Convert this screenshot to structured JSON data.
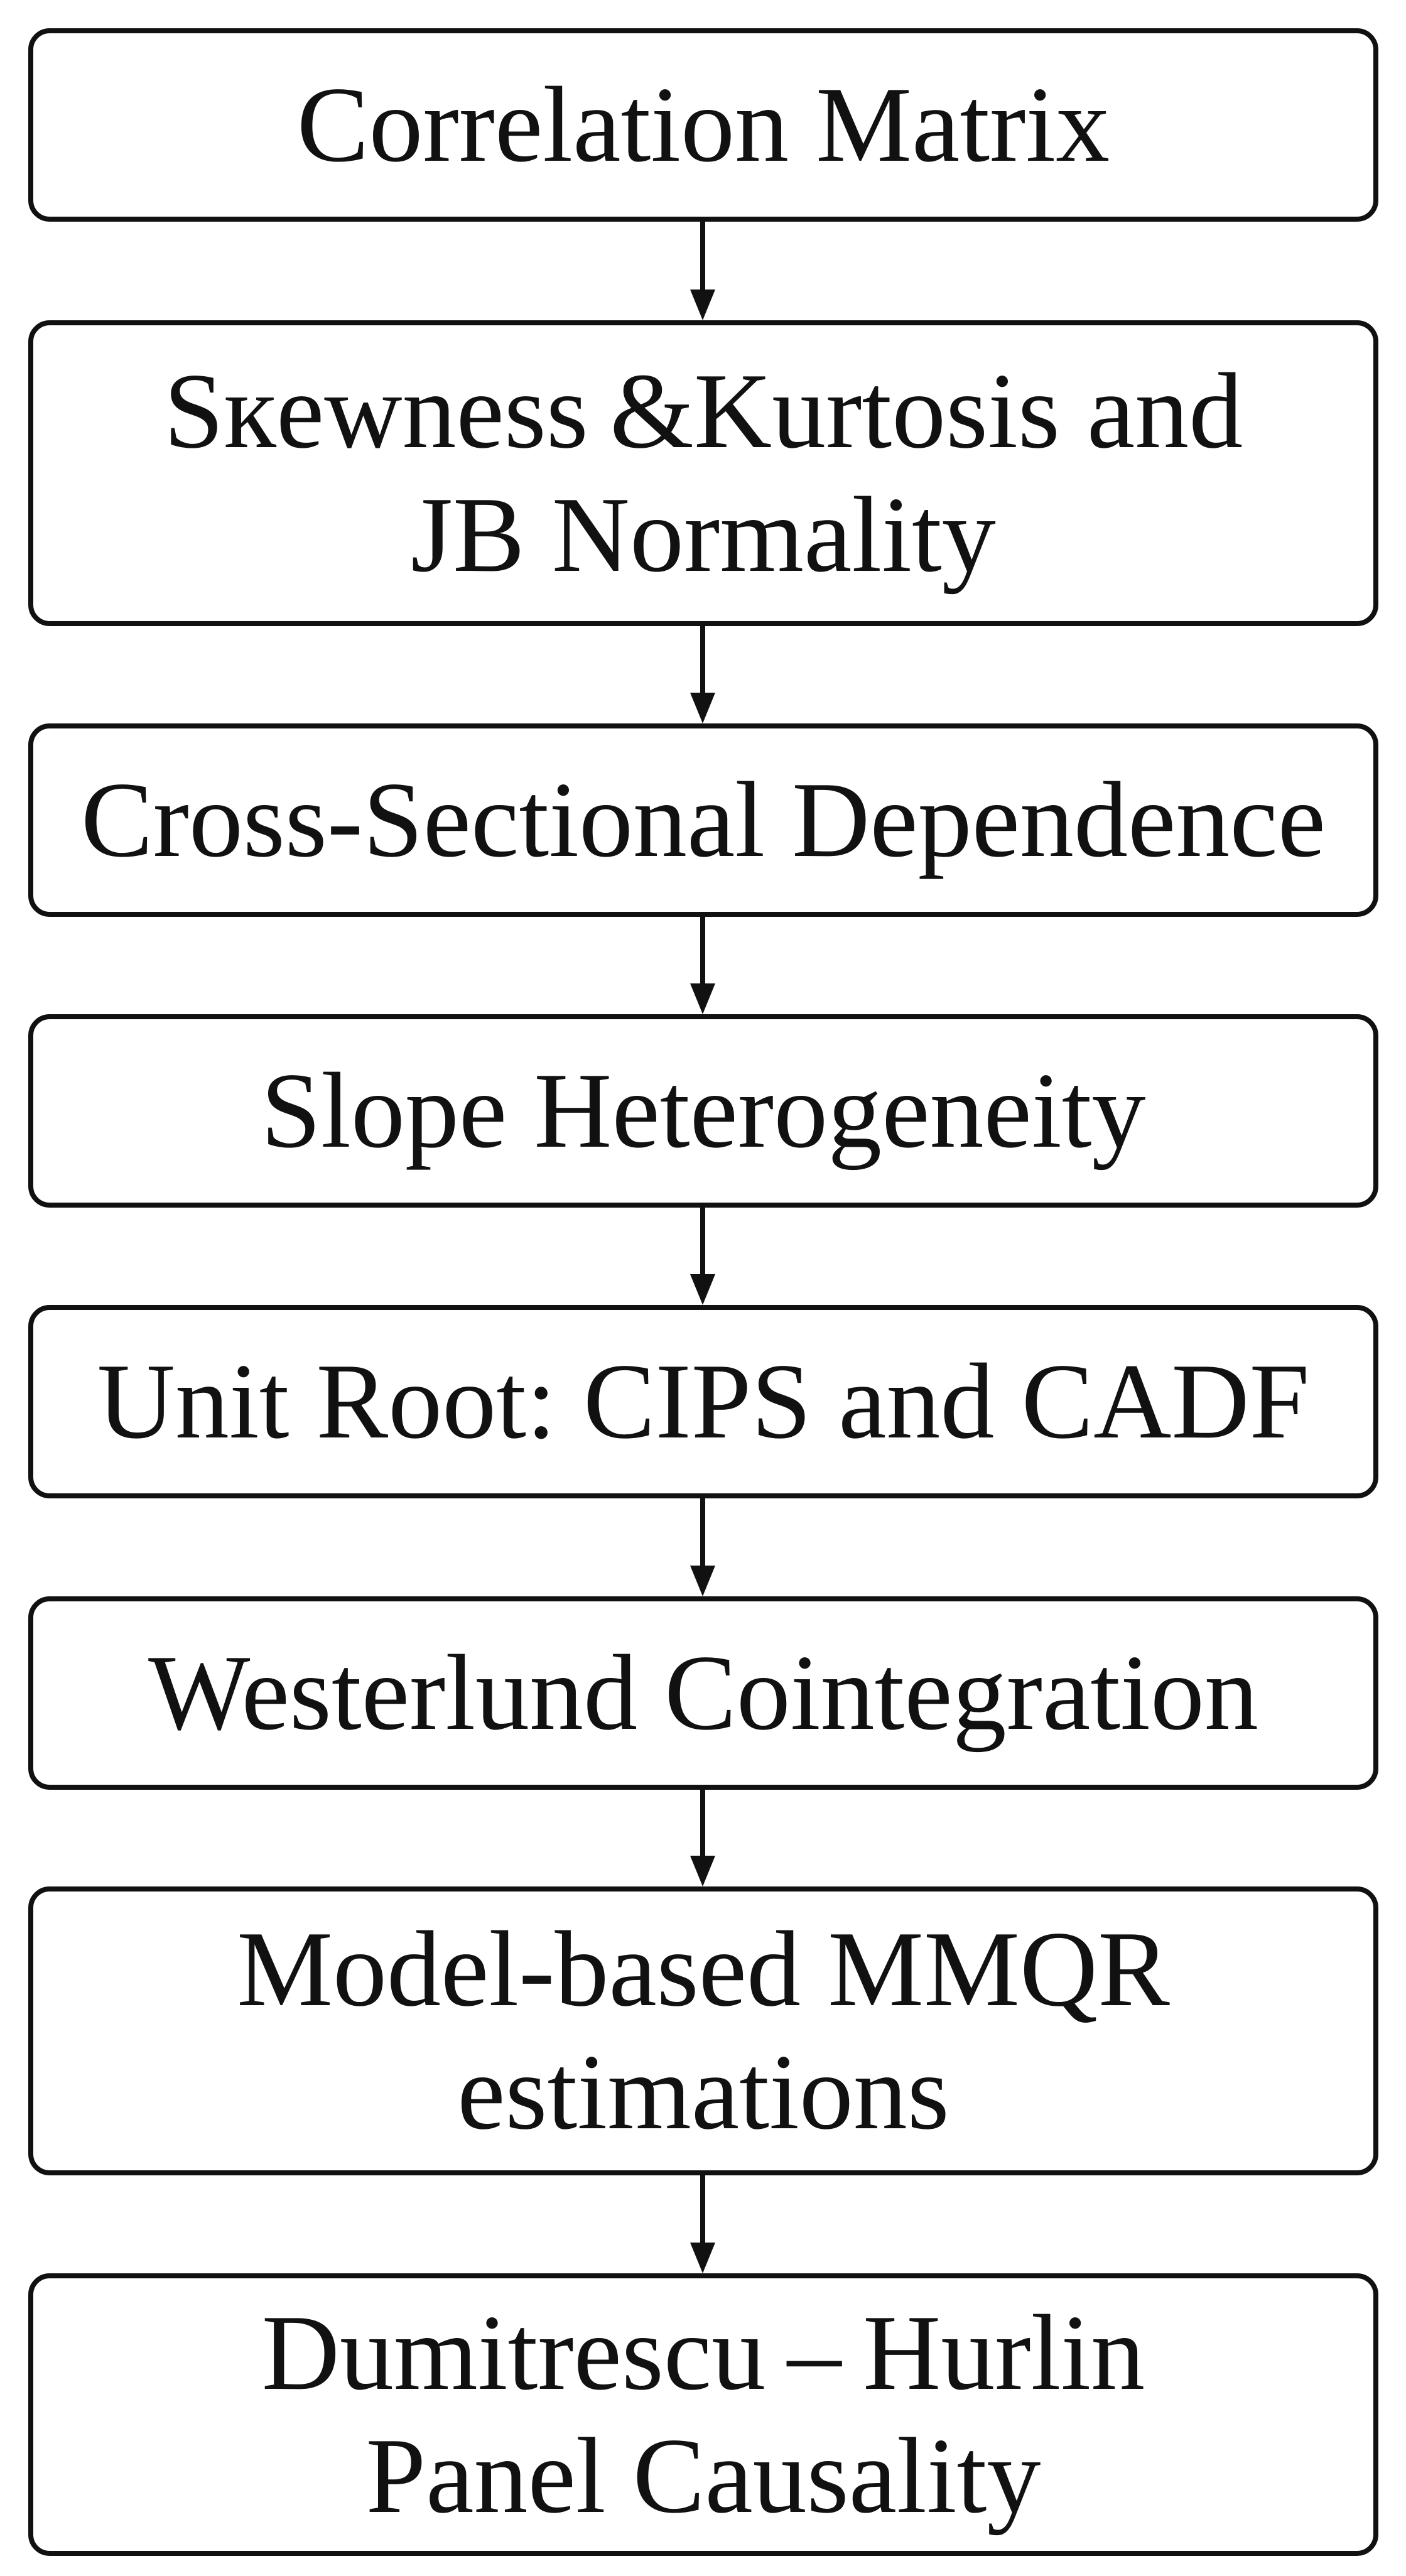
{
  "steps": [
    {
      "lines": [
        "Correlation Matrix"
      ]
    },
    {
      "lines": [
        "Sкewness &Kurtosis and",
        "JB Normality"
      ]
    },
    {
      "lines": [
        "Cross-Sectional Dependence"
      ]
    },
    {
      "lines": [
        "Slope Heterogeneity"
      ]
    },
    {
      "lines": [
        "Unit Root: CIPS and CADF"
      ]
    },
    {
      "lines": [
        "Westerlund Cointegration"
      ]
    },
    {
      "lines": [
        "Model-based MMQR",
        "estimations"
      ]
    },
    {
      "lines": [
        "Dumitrescu – Hurlin",
        "Panel Causality"
      ]
    }
  ],
  "colors": {
    "stroke": "#111111",
    "background": "#ffffff"
  }
}
